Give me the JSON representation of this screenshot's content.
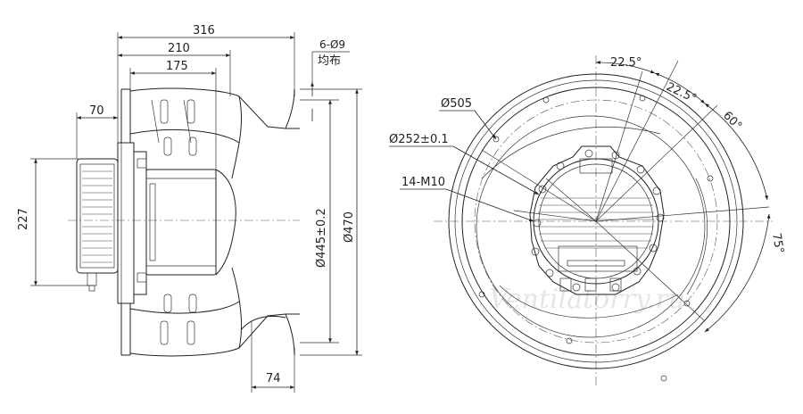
{
  "side_view": {
    "dims": {
      "overall_length": "316",
      "length_210": "210",
      "length_175": "175",
      "motor_70": "70",
      "height_227": "227",
      "diameter_445": "Ø445±0.2",
      "diameter_470": "Ø470",
      "holes_line1": "6-Ø9",
      "holes_line2": "均布",
      "inlet_74": "74"
    }
  },
  "front_view": {
    "dims": {
      "d505": "Ø505",
      "d252": "Ø252±0.1",
      "bolts": "14-M10",
      "angle1": "22.5°",
      "angle2": "22.5°",
      "angle3": "60°",
      "angle4": "75°"
    }
  },
  "watermark": "Ventilatorry.ru"
}
